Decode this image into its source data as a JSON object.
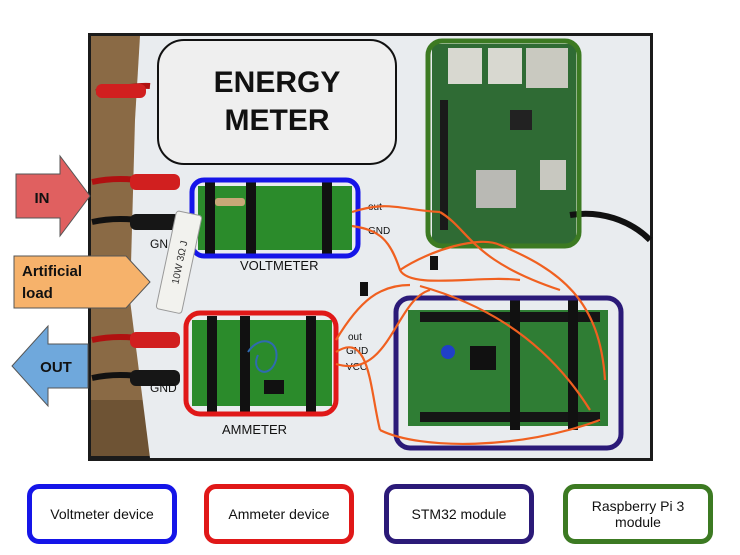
{
  "title": {
    "line1": "ENERGY",
    "line2": "METER"
  },
  "arrows": {
    "in": "IN",
    "out": "OUT",
    "load_line1": "Artificial",
    "load_line2": "load"
  },
  "board_labels": {
    "voltmeter": "VOLTMETER",
    "ammeter": "AMMETER",
    "v_out": "out",
    "v_gnd": "GND",
    "a_out": "out",
    "a_gnd": "GND",
    "a_vcc": "VCC",
    "gnd_left_top": "GN",
    "gnd_left_bottom": "GND",
    "resistor": "10W 3Ω J"
  },
  "legend": {
    "voltmeter": "Voltmeter device",
    "ammeter": "Ammeter device",
    "stm32": "STM32 module",
    "rpi_line1": "Raspberry Pi 3",
    "rpi_line2": "module"
  },
  "colors": {
    "voltmeter": "#1515e8",
    "ammeter": "#e01818",
    "stm32": "#2b1a78",
    "rpi": "#3c7a22",
    "in_arrow": "#e06060",
    "load_arrow": "#f6b26b",
    "out_arrow": "#6fa8dc"
  }
}
